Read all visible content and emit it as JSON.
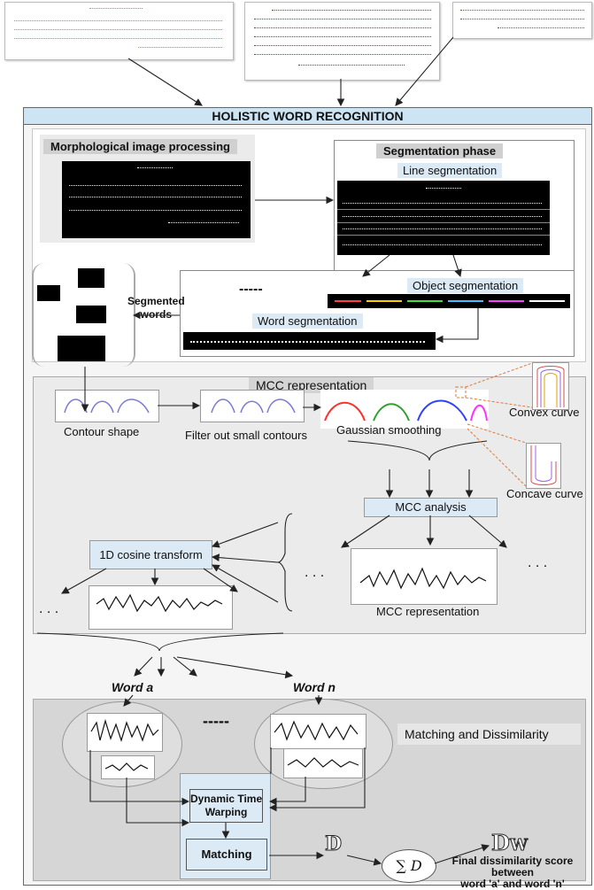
{
  "title": "HOLISTIC WORD RECOGNITION",
  "labels": {
    "morph": "Morphological image processing",
    "segphase": "Segmentation phase",
    "line_seg": "Line segmentation",
    "obj_seg": "Object segmentation",
    "word_seg": "Word segmentation",
    "segmented_words": "Segmented\nwords",
    "dashes": "-----",
    "mcc_rep_title": "MCC representation",
    "contour_shape": "Contour shape",
    "filter_small": "Filter out small contours",
    "gaussian": "Gaussian smoothing",
    "convex": "Convex curve",
    "concave": "Concave curve",
    "mcc_analysis": "MCC analysis",
    "cosine": "1D cosine transform",
    "mcc_representation": "MCC representation",
    "ellipsis": ". . .",
    "word_a": "Word a",
    "word_n": "Word n",
    "matching_diss": "Matching and Dissimilarity",
    "dtw": "Dynamic Time\nWarping",
    "matching": "Matching",
    "d_symbol": "D",
    "sum_d": "D",
    "dw": "D",
    "dw_sub": "W",
    "final_score": "Final dissimilarity score\nbetween\nword 'a' and word 'n'"
  },
  "colors": {
    "banner": "#cde4f4",
    "panel": "#ebebeb",
    "lightblue": "#dbeaf5",
    "arrow": "#222222"
  }
}
